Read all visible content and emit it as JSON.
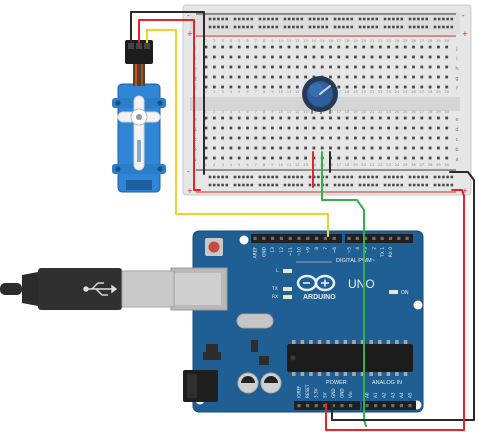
{
  "arduino": {
    "brand": "ARDUINO",
    "model": "UNO",
    "digital_label": "DIGITAL PWM~",
    "power_label": "POWER",
    "analog_label": "ANALOG IN",
    "on_label": "ON",
    "led_labels": [
      "L",
      "TX",
      "RX"
    ],
    "top_header_labels": [
      "AREF",
      "GND",
      "13",
      "12",
      "~11",
      "~10",
      "~9",
      "8",
      "7",
      "~6",
      "~5",
      "4",
      "~3",
      "2",
      "TX 1",
      "RX 0"
    ],
    "power_header_labels": [
      "IOREF",
      "RESET",
      "3.3V",
      "5V",
      "GND",
      "GND",
      "Vin"
    ],
    "analog_header_labels": [
      "A0",
      "A1",
      "A2",
      "A3",
      "A4",
      "A5"
    ],
    "board_color": "#1f5f93"
  },
  "breadboard": {
    "row_letters_top": [
      "j",
      "i",
      "h",
      "g",
      "f"
    ],
    "row_letters_bottom": [
      "e",
      "d",
      "c",
      "b",
      "a"
    ],
    "rail_plus": "+",
    "rail_minus": "-",
    "column_numbers_shown": 30
  },
  "components": {
    "servo_color": "#2f86d6",
    "potentiometer_knob_color": "#2e5e9c"
  },
  "wire_colors": {
    "power": "#e0262b",
    "ground": "#2a2a2a",
    "signal": "#f0d23a",
    "analog": "#33b04a"
  }
}
